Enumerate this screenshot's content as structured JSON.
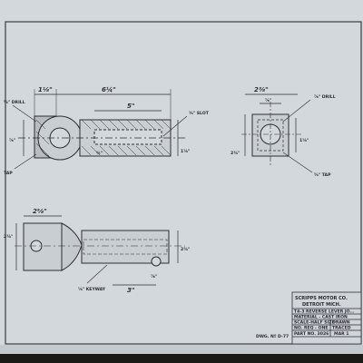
{
  "colors": {
    "paper": "#d3d8dc",
    "paper_edge": "#c4cacf",
    "ink": "#2d2d35",
    "background": "#1b1a17"
  },
  "top_view": {
    "dims": {
      "left_width": "1⅛\"",
      "overall": "6¼\"",
      "slot_length": "5\"",
      "slot_width": "⅜\" SLOT",
      "left_height": "⅞\"",
      "inner_height": "¾\"",
      "right_height": "1⅛\""
    },
    "notes": {
      "drill": "⅝\" DRILL",
      "tap": "TAP"
    }
  },
  "end_view": {
    "dims": {
      "width": "2⅜\"",
      "inner": "⅞\"",
      "drill": "⅞\" DRILL",
      "height_left": "2⅜\"",
      "height_right": "1⅛\"",
      "tap": "⅝\" TAP"
    }
  },
  "front_view": {
    "dims": {
      "top_width": "2⅝\"",
      "left_height": "2⅜\"",
      "right_height": "2⅜\"",
      "keyway": "⅛\" KEYWAY",
      "keyway_length": "3\"",
      "bottom": "⅞\""
    }
  },
  "title_block": {
    "company": "SCRIPPS MOTOR CO.",
    "city": "DETROIT   MICH.",
    "part_name": "T4-3 REVERSE LEVER JO...",
    "material": "MATERIAL - CAST IRON",
    "scale": "SCALE-HALF SIZE",
    "number_req": "NO. REQ - ONE",
    "part_no": "PART NO. 3026",
    "date": "MAR 1",
    "drawn_by": "DRAWN",
    "traced_by": "TRACED"
  },
  "drawing_number": "DWG. Nº D-77"
}
